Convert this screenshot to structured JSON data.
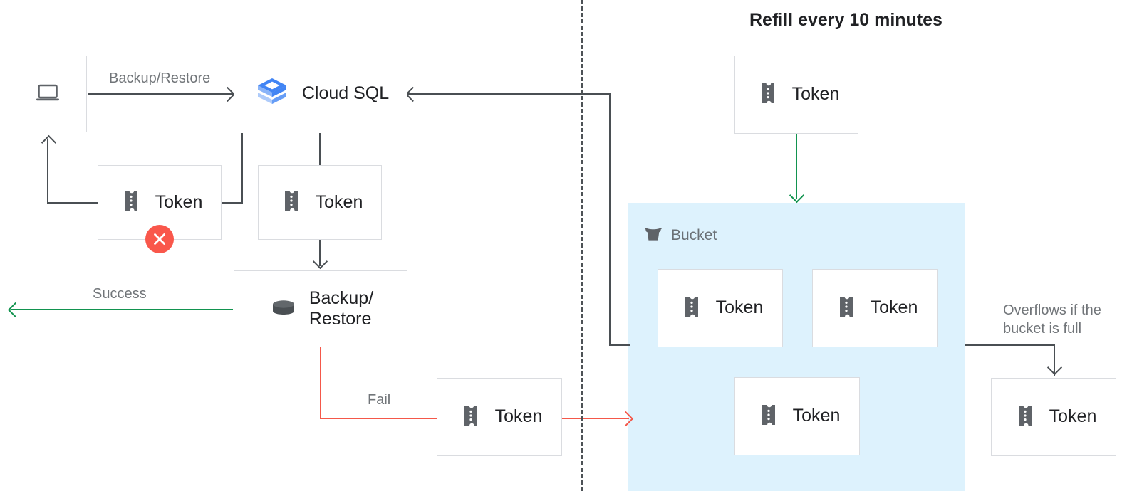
{
  "title": "Refill every 10 minutes",
  "colors": {
    "accent_blue": "#4285f4",
    "bucket_fill": "#ddf2fd",
    "success_green": "#12934f",
    "fail_red": "#f4584a",
    "error_badge": "#f9574b",
    "node_border": "#dadce0",
    "line_dark": "#4a4f53",
    "text_primary": "#202124",
    "text_muted": "#717579"
  },
  "nodes": {
    "client": {
      "label": "",
      "icon": "laptop-icon"
    },
    "cloud_sql": {
      "label": "Cloud SQL",
      "icon": "cloud-sql-icon"
    },
    "token_client": {
      "label": "Token",
      "icon": "token-icon",
      "status": "error"
    },
    "token_sql": {
      "label": "Token",
      "icon": "token-icon"
    },
    "backup_restore": {
      "label": "Backup/\nRestore",
      "icon": "database-icon"
    },
    "token_fail": {
      "label": "Token",
      "icon": "token-icon"
    },
    "token_refill": {
      "label": "Token",
      "icon": "token-icon"
    },
    "token_bucket_1": {
      "label": "Token",
      "icon": "token-icon"
    },
    "token_bucket_2": {
      "label": "Token",
      "icon": "token-icon"
    },
    "token_bucket_3": {
      "label": "Token",
      "icon": "token-icon"
    },
    "token_overflow": {
      "label": "Token",
      "icon": "token-icon"
    }
  },
  "bucket": {
    "label": "Bucket",
    "icon": "bucket-icon"
  },
  "edges": {
    "backup_restore_label": "Backup/Restore",
    "success_label": "Success",
    "fail_label": "Fail",
    "overflow_label": "Overflows if the\nbucket is full"
  }
}
